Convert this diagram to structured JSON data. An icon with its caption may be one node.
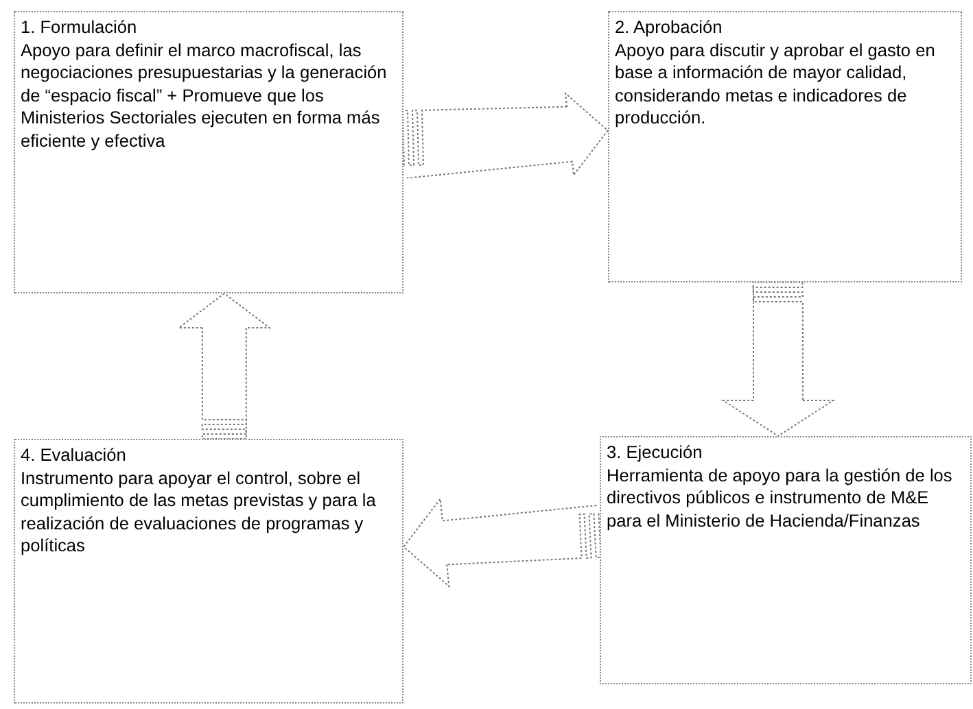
{
  "diagram": {
    "nodes": [
      {
        "text": [
          "1. Formulación",
          "Apoyo para definir el marco macrofiscal, las negociaciones presupuestarias y la generación de “espacio fiscal” + Promueve que los Ministerios Sectoriales ejecuten en forma más eficiente y efectiva"
        ]
      },
      {
        "text": [
          "2. Aprobación",
          "Apoyo para discutir y aprobar el gasto en base a información de mayor calidad, considerando metas e indicadores de producción."
        ]
      },
      {
        "text": [
          "3. Ejecución",
          "Herramienta de apoyo para la gestión de los directivos públicos e instrumento de M&E para el Ministerio de Hacienda/Finanzas"
        ]
      },
      {
        "text": [
          "4. Evaluación",
          "Instrumento para apoyar el control, sobre el cumplimiento de las metas previstas y para la realización de evaluaciones de programas y políticas"
        ]
      }
    ],
    "edges": [
      {
        "from": 0,
        "to": 1,
        "arrow": "to"
      },
      {
        "from": 1,
        "to": 2,
        "arrow": "to"
      },
      {
        "from": 2,
        "to": 3,
        "arrow": "to"
      },
      {
        "from": 3,
        "to": 0,
        "arrow": "to"
      }
    ]
  }
}
